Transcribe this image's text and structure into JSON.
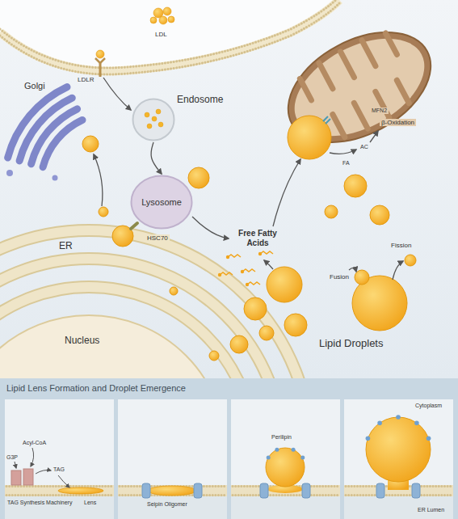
{
  "diagram": {
    "title": "Lipid Lens Formation and Droplet Emergence",
    "nodes": [
      {
        "text": [
          "Endosome"
        ]
      },
      {
        "text": [
          "Lysosome"
        ]
      }
    ],
    "edges": [
      {
        "from": 0,
        "to": 1,
        "arrow": "to"
      }
    ],
    "labels": [
      "LDL",
      "LDLR",
      "Golgi",
      "HSC70",
      "ER",
      "Nucleus",
      "Free Fatty Acids",
      "MFN2",
      "β-Oxidation",
      "AC",
      "FA",
      "Fusion",
      "Fission",
      "Lipid Droplets",
      "Acyl-CoA",
      "G3P",
      "TAG",
      "TAG Synthesis Machinery",
      "Lens",
      "Seipin Oligomer",
      "Perilipin",
      "Cytoplasm",
      "ER Lumen"
    ]
  }
}
